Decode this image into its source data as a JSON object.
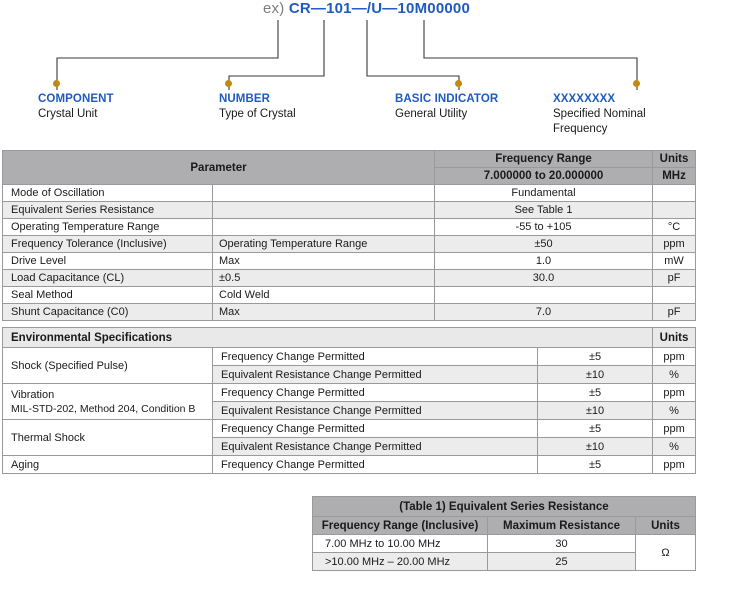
{
  "diagram": {
    "prefix": "ex)",
    "code": "CR—101—/U—10M00000",
    "dot_color": "#c08a10",
    "accent_color": "#1f5bbf",
    "callouts": [
      {
        "title": "COMPONENT",
        "desc": "Crystal Unit"
      },
      {
        "title": "NUMBER",
        "desc": "Type of Crystal"
      },
      {
        "title": "BASIC INDICATOR",
        "desc": "General Utility"
      },
      {
        "title": "XXXXXXXX",
        "desc": "Specified Nominal Frequency"
      }
    ]
  },
  "param_table": {
    "header": {
      "parameter": "Parameter",
      "frequency_range": "Frequency Range",
      "frequency_range_value": "7.000000 to 20.000000",
      "units": "Units",
      "units_value": "MHz"
    },
    "rows": [
      {
        "label": "Mode of Oscillation",
        "condition": "",
        "value": "Fundamental",
        "units": ""
      },
      {
        "label": "Equivalent Series Resistance",
        "condition": "",
        "value": "See Table 1",
        "units": ""
      },
      {
        "label": "Operating Temperature Range",
        "condition": "",
        "value": "-55 to +105",
        "units": "°C"
      },
      {
        "label": "Frequency Tolerance (Inclusive)",
        "condition": "Operating Temperature Range",
        "value": "±50",
        "units": "ppm"
      },
      {
        "label": "Drive Level",
        "condition": "Max",
        "value": "1.0",
        "units": "mW"
      },
      {
        "label": "Load Capacitance (CL)",
        "condition": "±0.5",
        "value": "30.0",
        "units": "pF"
      },
      {
        "label": "Seal Method",
        "condition": "Cold Weld",
        "value": "",
        "units": ""
      },
      {
        "label": "Shunt Capacitance (C0)",
        "condition": "Max",
        "value": "7.0",
        "units": "pF"
      }
    ]
  },
  "env_table": {
    "title": "Environmental Specifications",
    "units_header": "Units",
    "groups": [
      {
        "label": "Shock (Specified Pulse)",
        "note": "",
        "rows": [
          {
            "criterion": "Frequency Change Permitted",
            "value": "±5",
            "units": "ppm"
          },
          {
            "criterion": "Equivalent Resistance Change Permitted",
            "value": "±10",
            "units": "%"
          }
        ]
      },
      {
        "label": "Vibration",
        "note": "MIL-STD-202, Method 204, Condition B",
        "rows": [
          {
            "criterion": "Frequency Change Permitted",
            "value": "±5",
            "units": "ppm"
          },
          {
            "criterion": "Equivalent Resistance Change Permitted",
            "value": "±10",
            "units": "%"
          }
        ]
      },
      {
        "label": "Thermal Shock",
        "note": "",
        "rows": [
          {
            "criterion": "Frequency Change Permitted",
            "value": "±5",
            "units": "ppm"
          },
          {
            "criterion": "Equivalent Resistance Change Permitted",
            "value": "±10",
            "units": "%"
          }
        ]
      },
      {
        "label": "Aging",
        "note": "",
        "rows": [
          {
            "criterion": "Frequency Change Permitted",
            "value": "±5",
            "units": "ppm"
          }
        ]
      }
    ]
  },
  "esr_table": {
    "title": "(Table 1) Equivalent Series Resistance",
    "headers": {
      "frequency_range": "Frequency Range (Inclusive)",
      "maximum_resistance": "Maximum Resistance",
      "units": "Units"
    },
    "units_value": "Ω",
    "rows": [
      {
        "range": "7.00 MHz to 10.00 MHz",
        "resistance": "30"
      },
      {
        "range": ">10.00 MHz – 20.00 MHz",
        "resistance": "25"
      }
    ]
  }
}
